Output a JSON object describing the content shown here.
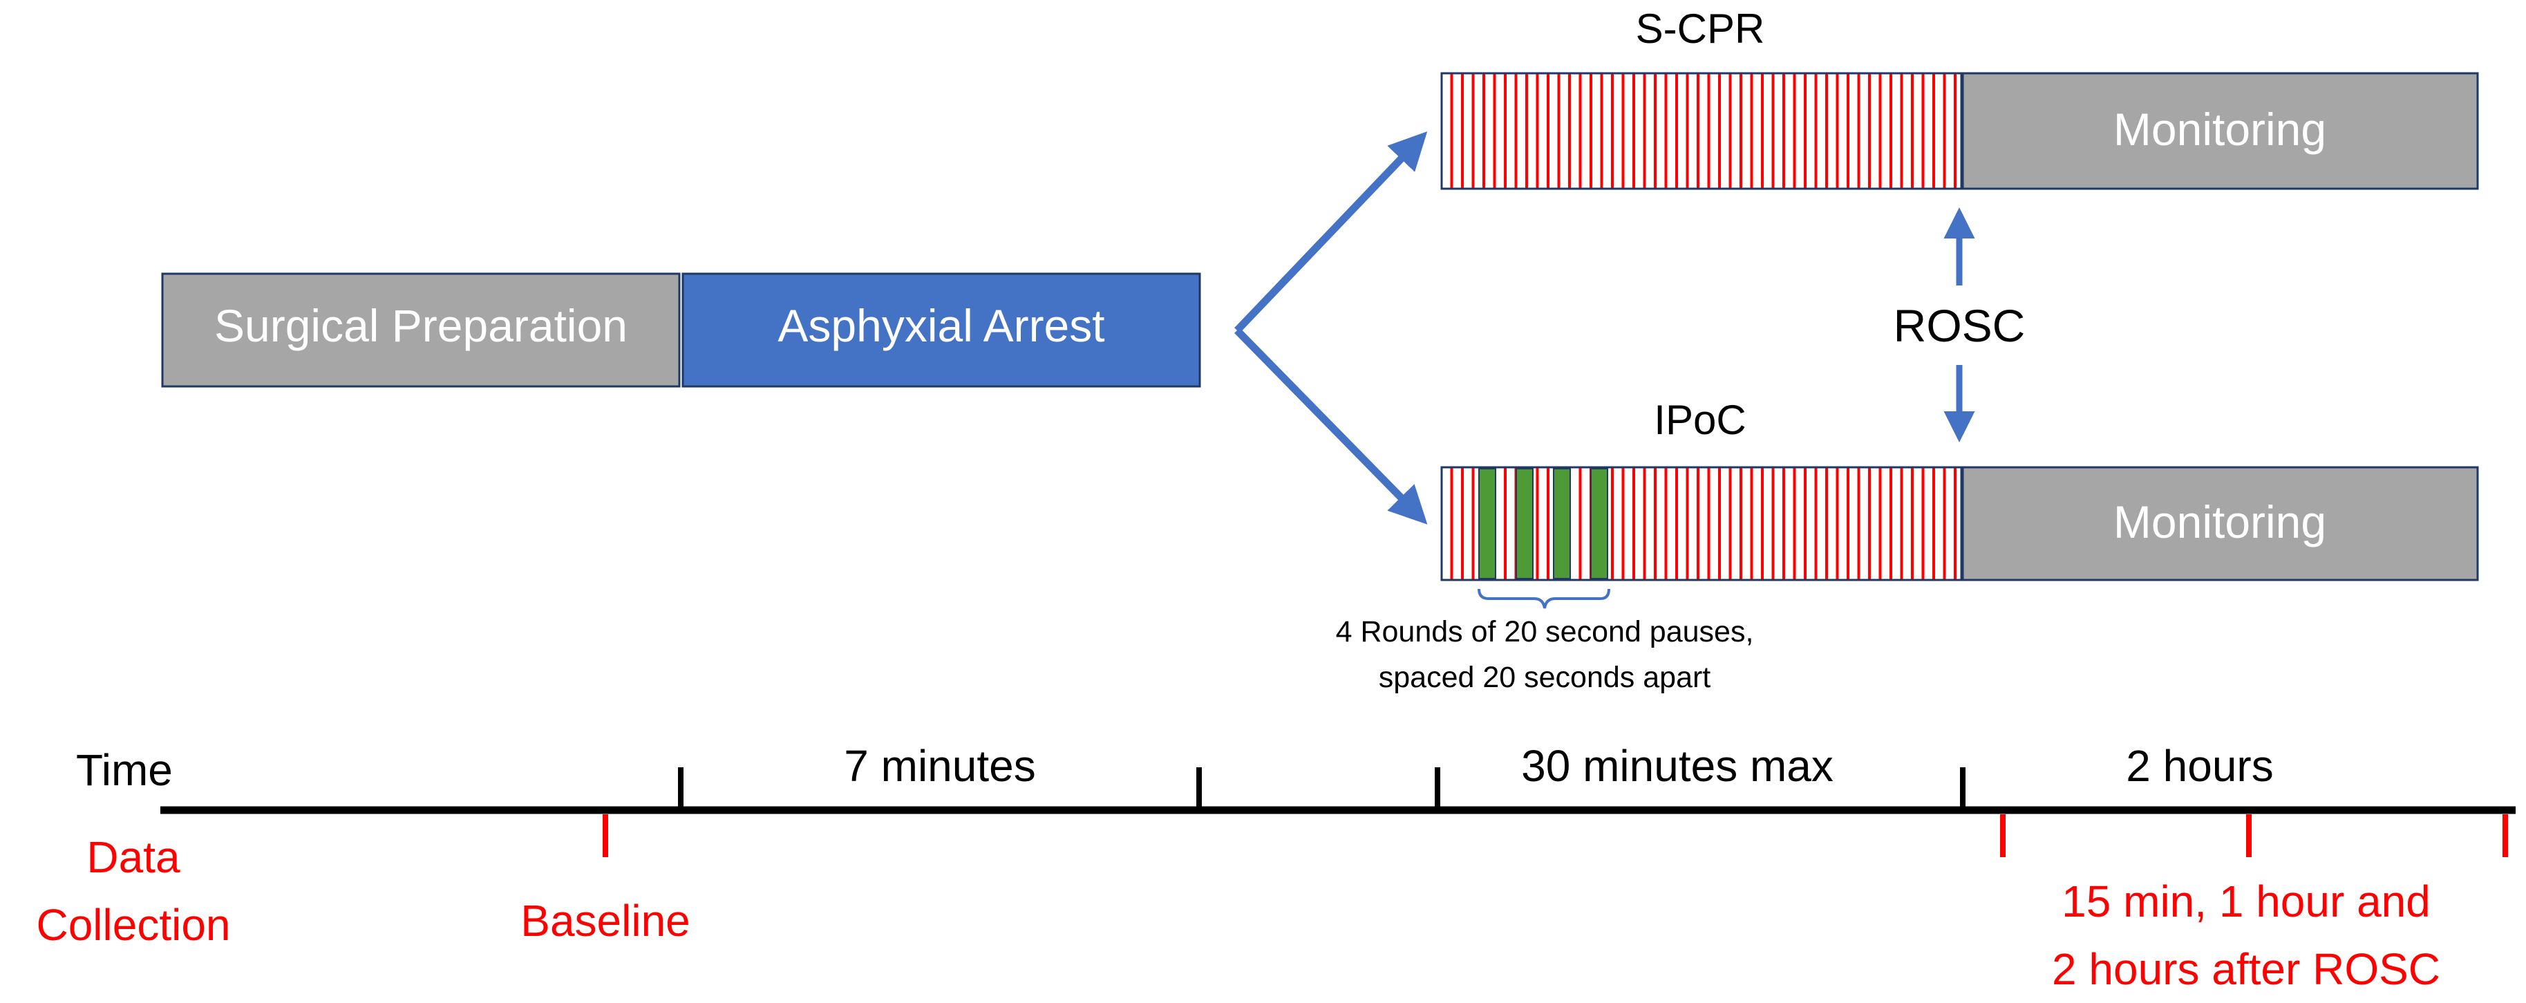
{
  "phases": {
    "surgical_preparation": "Surgical Preparation",
    "asphyxial_arrest": "Asphyxial Arrest"
  },
  "arms": {
    "scpr_title": "S-CPR",
    "ipoc_title": "IPoC",
    "monitoring_label": "Monitoring",
    "rosc_label": "ROSC"
  },
  "pause_note": {
    "line1": "4 Rounds of 20 second pauses,",
    "line2": "spaced 20 seconds apart"
  },
  "timeline": {
    "time_label": "Time",
    "seg_7min": "7 minutes",
    "seg_30min": "30 minutes max",
    "seg_2h": "2 hours"
  },
  "data_collection": {
    "label_line1": "Data",
    "label_line2": "Collection",
    "baseline": "Baseline",
    "after_line1": "15 min, 1 hour and",
    "after_line2": "2 hours after ROSC"
  },
  "colors": {
    "gray_box": "#a6a6a6",
    "blue_box": "#4472c4",
    "border": "#1f3864",
    "arrow_blue": "#4472c4",
    "stripe_red": "#ff0000",
    "pause_green": "#4e9a37",
    "red_text": "#ff0000"
  },
  "icons": {
    "arrow_up": "arrow-up-icon",
    "arrow_down": "arrow-down-icon"
  }
}
